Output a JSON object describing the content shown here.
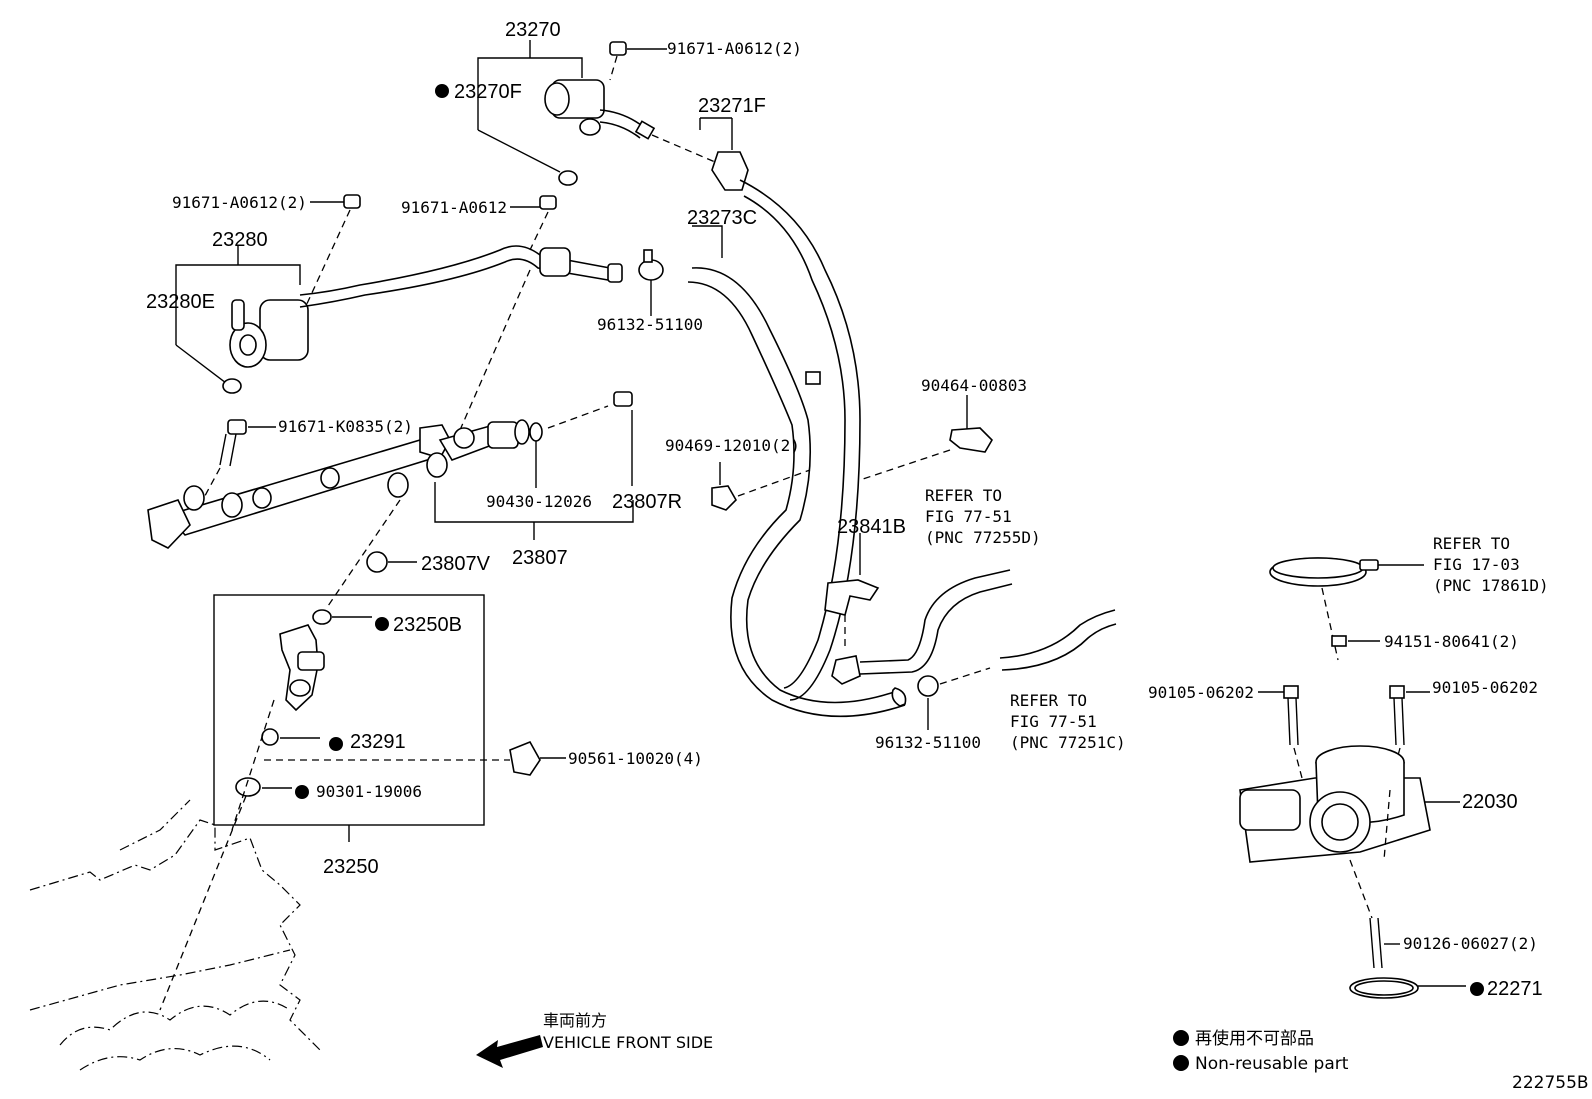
{
  "labels": {
    "p23270": "23270",
    "p23270F": "23270F",
    "p91671_A0612_2_top": "91671-A0612(2)",
    "p23271F": "23271F",
    "p91671_A0612_2_left": "91671-A0612(2)",
    "p91671_A0612": "91671-A0612",
    "p23273C": "23273C",
    "p23280": "23280",
    "p23280E": "23280E",
    "p96132_51100_top": "96132-51100",
    "p90464_00803": "90464-00803",
    "p91671_K0835_2": "91671-K0835(2)",
    "p90469_12010_2": "90469-12010(2)",
    "p90430_12026": "90430-12026",
    "p23807R": "23807R",
    "p23807": "23807",
    "p23807V": "23807V",
    "p23841B": "23841B",
    "p23250B": "23250B",
    "p23291": "23291",
    "p90561_10020_4": "90561-10020(4)",
    "p90301_19006": "90301-19006",
    "p23250": "23250",
    "p96132_51100_bottom": "96132-51100",
    "p94151_80641_2": "94151-80641(2)",
    "p90105_06202_left": "90105-06202",
    "p90105_06202_right": "90105-06202",
    "p22030": "22030",
    "p90126_06027_2": "90126-06027(2)",
    "p22271": "22271"
  },
  "refs": {
    "ref1": {
      "line1": "REFER TO",
      "line2": "FIG 77-51",
      "line3": "(PNC 77255D)"
    },
    "ref2": {
      "line1": "REFER TO",
      "line2": "FIG 77-51",
      "line3": "(PNC 77251C)"
    },
    "ref3": {
      "line1": "REFER TO",
      "line2": "FIG 17-03",
      "line3": "(PNC 17861D)"
    }
  },
  "front": {
    "jp": "車両前方",
    "en": "VEHICLE FRONT SIDE"
  },
  "legend": {
    "jp": "再使用不可部品",
    "en": "Non-reusable part"
  },
  "figure_id": "222755B"
}
